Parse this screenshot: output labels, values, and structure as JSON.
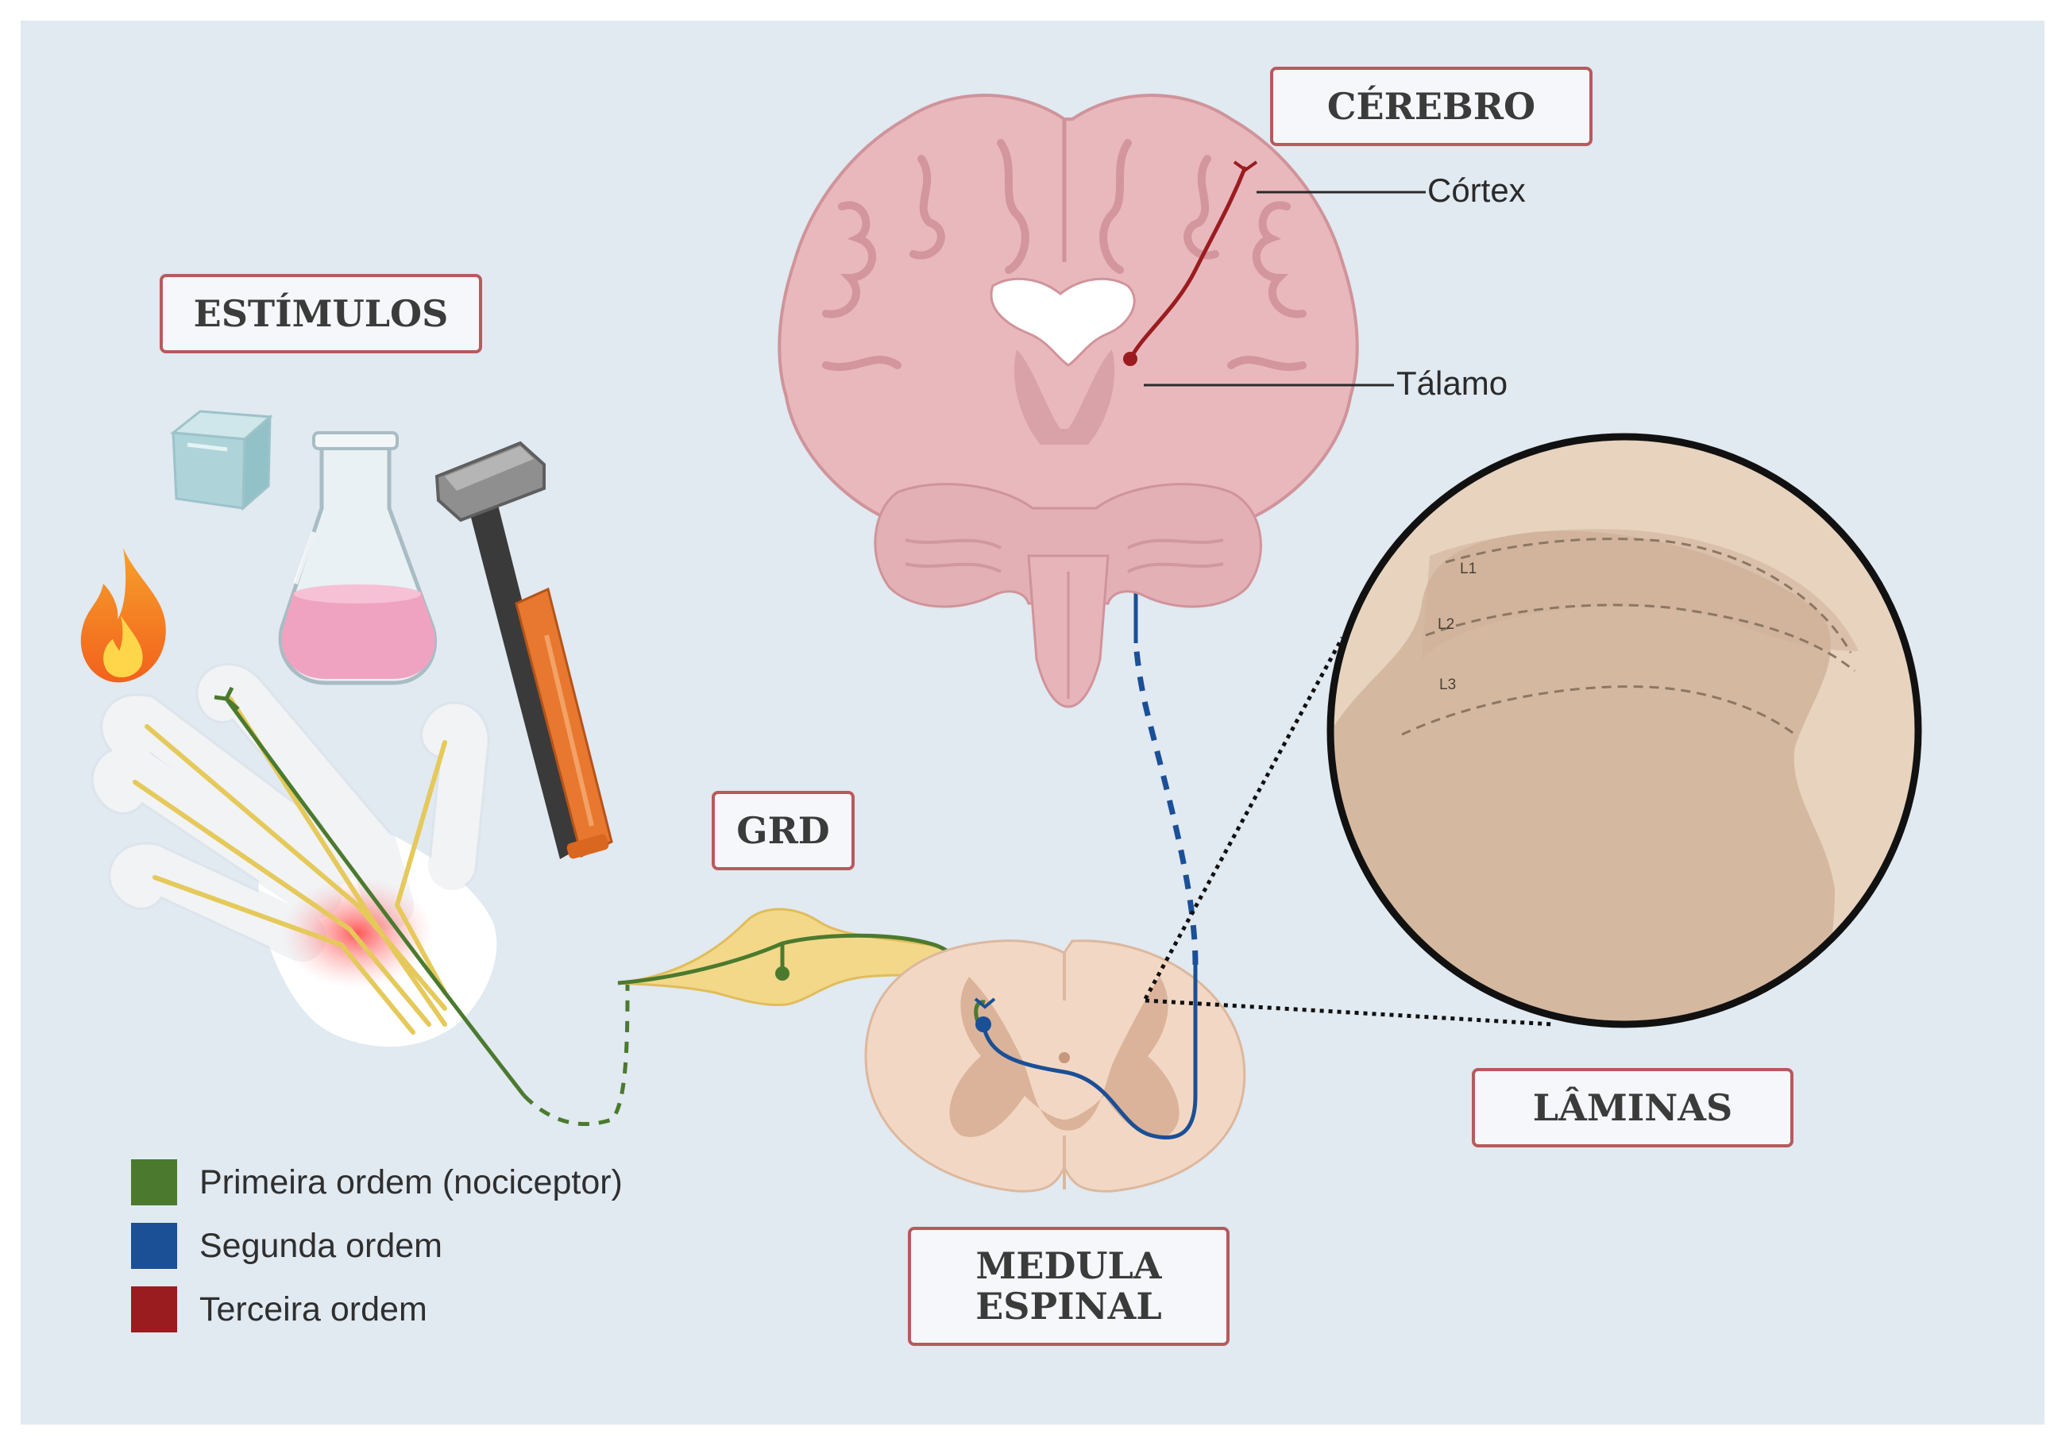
{
  "titles": {
    "estimulos": "ESTÍMULOS",
    "cerebro": "CÉREBRO",
    "grd": "GRD",
    "medula": "MEDULA\nESPINAL",
    "laminas": "LÂMINAS"
  },
  "brain_labels": {
    "cortex": "Córtex",
    "talamo": "Tálamo"
  },
  "lamina_layers": [
    "L1",
    "L2",
    "L3"
  ],
  "legend": [
    {
      "label": "Primeira ordem (nociceptor)",
      "color": "#4b7a2e"
    },
    {
      "label": "Segunda ordem",
      "color": "#1b4f96"
    },
    {
      "label": "Terceira ordem",
      "color": "#9b1c1f"
    }
  ],
  "colors": {
    "first_order": "#4b7a2e",
    "second_order": "#1b4f96",
    "third_order": "#9b1c1f",
    "title_border": "#b75a5e"
  },
  "icons": [
    "ice-cube-icon",
    "flame-icon",
    "flask-icon",
    "hammer-icon",
    "hand-icon",
    "brain-icon",
    "spinal-cord-icon",
    "drg-icon"
  ]
}
